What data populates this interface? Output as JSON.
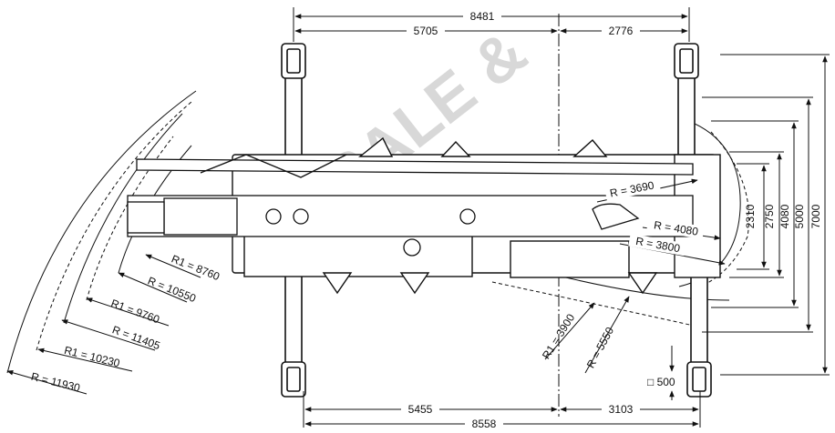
{
  "watermark": "SALE &",
  "top_dimensions": {
    "overall": "8481",
    "left": "5705",
    "right": "2776"
  },
  "bottom_dimensions": {
    "overall": "8558",
    "left": "5455",
    "right": "3103"
  },
  "right_dimensions": [
    "2310",
    "2750",
    "4080",
    "5000",
    "7000"
  ],
  "pad_size": "□ 500",
  "tail_radii": [
    "R = 3690",
    "R = 4080",
    "R = 3800"
  ],
  "center_radii": [
    "R1 = 3900",
    "R = 5550"
  ],
  "boom_radii": [
    {
      "label": "R1 = 8760"
    },
    {
      "label": "R = 10550"
    },
    {
      "label": "R1 = 9760"
    },
    {
      "label": "R = 11405"
    },
    {
      "label": "R1 = 10230"
    },
    {
      "label": "R = 11930"
    }
  ]
}
